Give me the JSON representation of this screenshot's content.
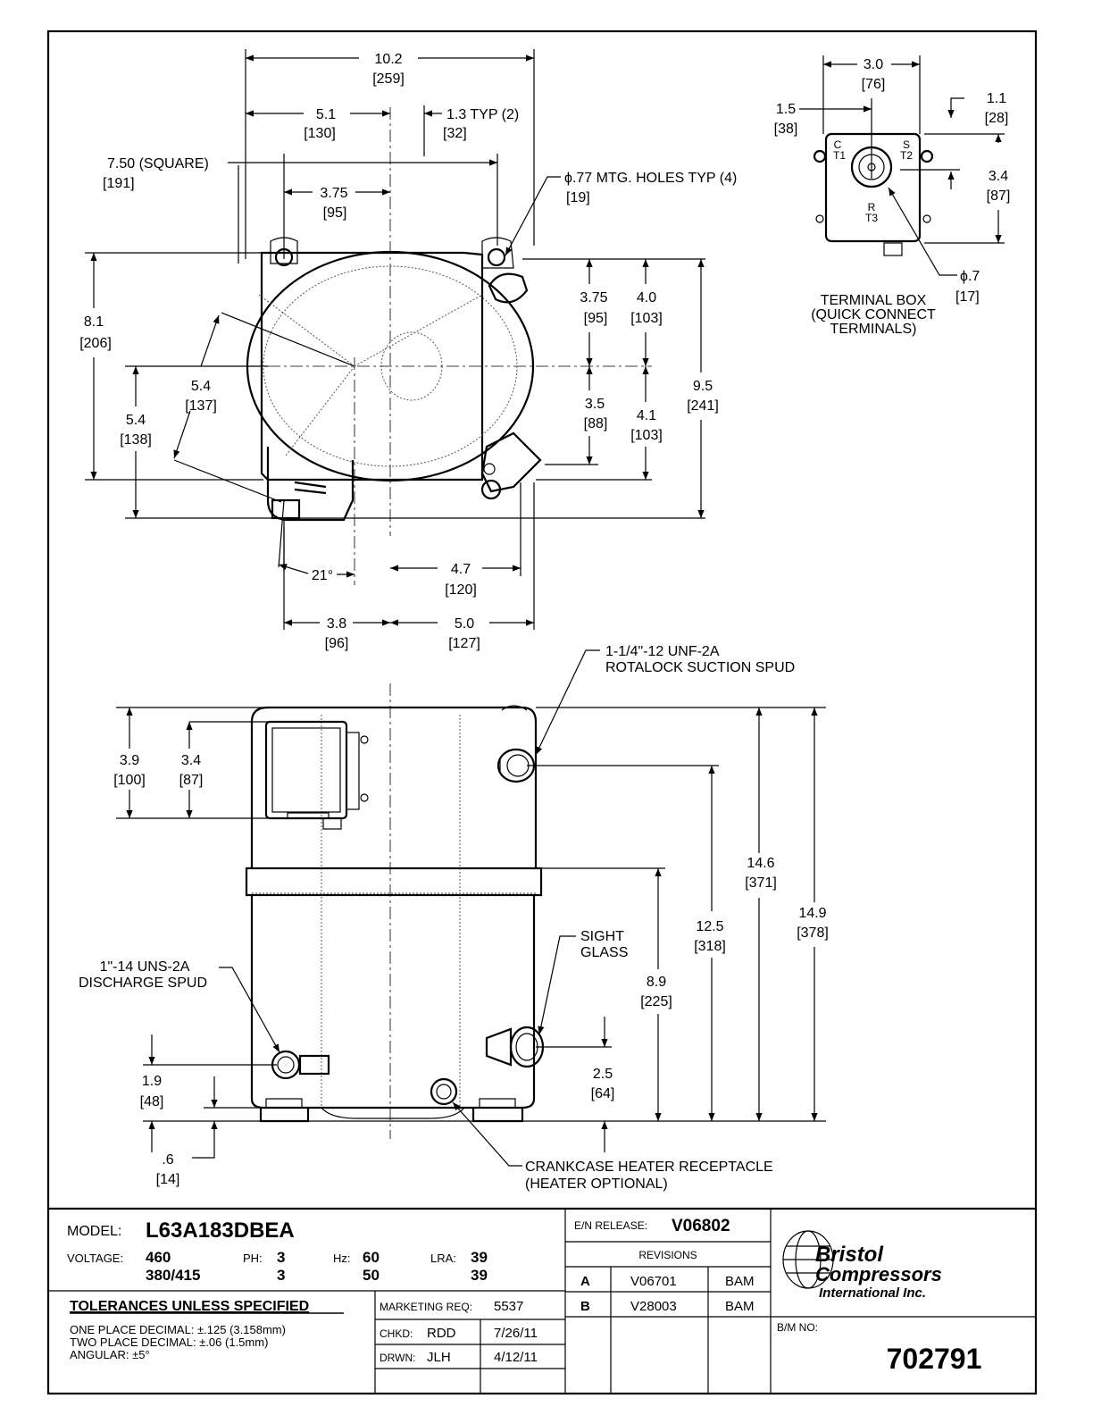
{
  "top_view": {
    "d_10_2": {
      "in": "10.2",
      "mm": "[259]"
    },
    "d_5_1": {
      "in": "5.1",
      "mm": "[130]"
    },
    "d_1_3": {
      "in": "1.3  TYP (2)",
      "mm": "[32]"
    },
    "d_7_50": {
      "in": "7.50  (SQUARE)",
      "mm": "[191]"
    },
    "d_3_75h": {
      "in": "3.75",
      "mm": "[95]"
    },
    "mtg_holes": {
      "in": "ϕ.77 MTG. HOLES TYP (4)",
      "mm": "[19]"
    },
    "d_8_1": {
      "in": "8.1",
      "mm": "[206]"
    },
    "d_5_4a": {
      "in": "5.4",
      "mm": "[137]"
    },
    "d_5_4b": {
      "in": "5.4",
      "mm": "[138]"
    },
    "d_3_75v": {
      "in": "3.75",
      "mm": "[95]"
    },
    "d_4_0": {
      "in": "4.0",
      "mm": "[103]"
    },
    "d_3_5": {
      "in": "3.5",
      "mm": "[88]"
    },
    "d_4_1": {
      "in": "4.1",
      "mm": "[103]"
    },
    "d_9_5": {
      "in": "9.5",
      "mm": "[241]"
    },
    "angle": "21°",
    "d_4_7": {
      "in": "4.7",
      "mm": "[120]"
    },
    "d_3_8": {
      "in": "3.8",
      "mm": "[96]"
    },
    "d_5_0": {
      "in": "5.0",
      "mm": "[127]"
    }
  },
  "terminal_box": {
    "d_3_0": {
      "in": "3.0",
      "mm": "[76]"
    },
    "d_1_5": {
      "in": "1.5",
      "mm": "[38]"
    },
    "d_1_1": {
      "in": "1.1",
      "mm": "[28]"
    },
    "d_3_4": {
      "in": "3.4",
      "mm": "[87]"
    },
    "d_0_7": {
      "in": "ϕ.7",
      "mm": "[17]"
    },
    "t_c": "C",
    "t_t1": "T1",
    "t_s": "S",
    "t_t2": "T2",
    "t_r": "R",
    "t_t3": "T3",
    "caption": [
      "TERMINAL BOX",
      "(QUICK CONNECT",
      "TERMINALS)"
    ]
  },
  "side_view": {
    "suction_callout": [
      "1-1/4\"-12 UNF-2A",
      "ROTALOCK SUCTION SPUD"
    ],
    "d_3_9": {
      "in": "3.9",
      "mm": "[100]"
    },
    "d_3_4": {
      "in": "3.4",
      "mm": "[87]"
    },
    "d_14_6": {
      "in": "14.6",
      "mm": "[371]"
    },
    "d_14_9": {
      "in": "14.9",
      "mm": "[378]"
    },
    "d_12_5": {
      "in": "12.5",
      "mm": "[318]"
    },
    "sight_glass": [
      "SIGHT",
      "GLASS"
    ],
    "d_8_9": {
      "in": "8.9",
      "mm": "[225]"
    },
    "discharge_callout": [
      "1\"-14 UNS-2A",
      "DISCHARGE SPUD"
    ],
    "d_1_9": {
      "in": "1.9",
      "mm": "[48]"
    },
    "d_2_5": {
      "in": "2.5",
      "mm": "[64]"
    },
    "d_0_6": {
      "in": ".6",
      "mm": "[14]"
    },
    "crankcase_callout": [
      "CRANKCASE HEATER RECEPTACLE",
      "(HEATER OPTIONAL)"
    ]
  },
  "title_block": {
    "model_label": "MODEL:",
    "model": "L63A183DBEA",
    "voltage_label": "VOLTAGE:",
    "voltage_1": "460",
    "voltage_2": "380/415",
    "ph_label": "PH:",
    "ph_1": "3",
    "ph_2": "3",
    "hz_label": "Hz:",
    "hz_1": "60",
    "hz_2": "50",
    "lra_label": "LRA:",
    "lra_1": "39",
    "lra_2": "39",
    "tolerances_heading": "TOLERANCES  UNLESS  SPECIFIED",
    "tol_1": "ONE PLACE DECIMAL: ±.125 (3.158mm)",
    "tol_2": "TWO PLACE DECIMAL: ±.06 (1.5mm)",
    "tol_3": "ANGULAR: ±5°",
    "marketing_label": "MARKETING REQ:",
    "marketing_value": "5537",
    "chkd_label": "CHKD:",
    "chkd_value": "RDD",
    "chkd_date": "7/26/11",
    "drwn_label": "DRWN:",
    "drwn_value": "JLH",
    "drwn_date": "4/12/11",
    "en_release_label": "E/N RELEASE:",
    "en_release_value": "V06802",
    "revisions_heading": "REVISIONS",
    "revisions": [
      {
        "rev": "A",
        "en": "V06701",
        "by": "BAM"
      },
      {
        "rev": "B",
        "en": "V28003",
        "by": "BAM"
      }
    ],
    "logo_line1": "Bristol",
    "logo_line2": "Compressors",
    "logo_line3": "International Inc.",
    "bm_label": "B/M NO:",
    "bm_value": "702791"
  }
}
